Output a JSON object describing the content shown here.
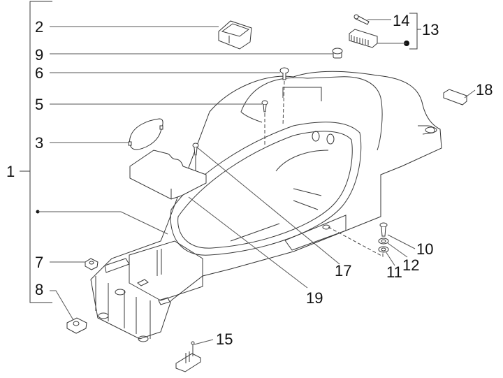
{
  "diagram": {
    "title": "Exploded parts diagram - underseat storage compartment",
    "colors": {
      "line": "#3a3a3a",
      "text": "#111111",
      "background": "#ffffff"
    },
    "callouts": {
      "c1": "1",
      "c2": "2",
      "c3": "3",
      "c5": "5",
      "c6": "6",
      "c7": "7",
      "c8": "8",
      "c9": "9",
      "c10": "10",
      "c11": "11",
      "c12": "12",
      "c13": "13",
      "c14": "14",
      "c15": "15",
      "c17": "17",
      "c18": "18",
      "c19": "19"
    },
    "groups": [
      {
        "label": "1",
        "members": [
          "2",
          "9",
          "6",
          "5",
          "3",
          "7",
          "8",
          "storage-body"
        ]
      },
      {
        "label": "13",
        "members": [
          "14",
          "latch"
        ]
      }
    ]
  }
}
